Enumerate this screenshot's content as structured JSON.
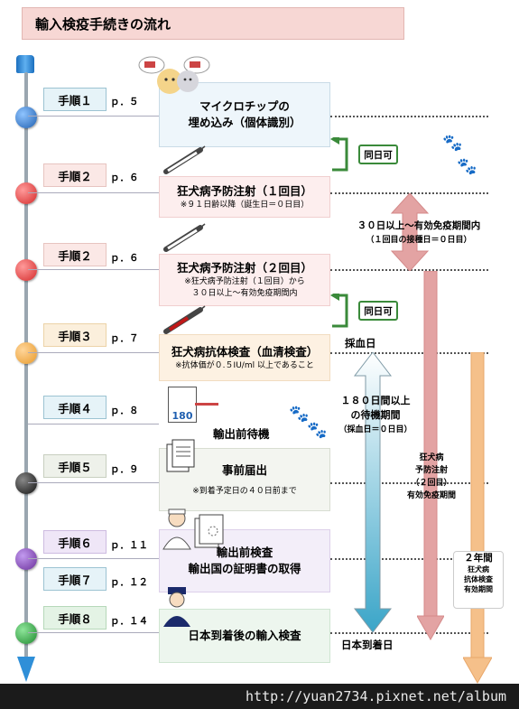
{
  "title": "輸入検疫手続きの流れ",
  "steps": [
    {
      "label": "手順１",
      "page": "ｐ．５",
      "color": "#1f5fb0"
    },
    {
      "label": "手順２",
      "page": "ｐ．６",
      "color": "#d42a2a"
    },
    {
      "label": "手順２",
      "page": "ｐ．６",
      "color": "#d42a2a"
    },
    {
      "label": "手順３",
      "page": "ｐ．７",
      "color": "#e89a2a"
    },
    {
      "label": "手順４",
      "page": "ｐ．８",
      "color": ""
    },
    {
      "label": "手順５",
      "page": "ｐ．９",
      "color": "#222222"
    },
    {
      "label": "手順６",
      "page": "ｐ．１１",
      "color": "#6a2f9a"
    },
    {
      "label": "手順７",
      "page": "ｐ．１２",
      "color": ""
    },
    {
      "label": "手順８",
      "page": "ｐ．１４",
      "color": "#1f8a2f"
    }
  ],
  "boxes": {
    "microchip": {
      "line1": "マイクロチップの",
      "line2": "埋め込み（個体識別）"
    },
    "rabies1": {
      "main": "狂犬病予防注射（１回目）",
      "note": "※９１日齢以降（誕生日＝０日目）"
    },
    "rabies2": {
      "main": "狂犬病予防注射（２回目）",
      "note1": "※狂犬病予防注射（１回目）から",
      "note2": "３０日以上～有効免疫期間内"
    },
    "antibody": {
      "main": "狂犬病抗体検査（血清検査）",
      "note": "※抗体価が０.５IU/ml 以上であること"
    },
    "waiting": {
      "main": "輸出前待機"
    },
    "notice": {
      "main": "事前届出",
      "note": "※到着予定日の４０日前まで"
    },
    "export_inspection": {
      "line1": "輸出前検査",
      "line2": "輸出国の証明書の取得"
    },
    "import_inspection": {
      "main": "日本到着後の輸入検査"
    }
  },
  "same_day_1": "同日可",
  "same_day_2": "同日可",
  "interval": {
    "line1": "３０日以上～有効免疫期間内",
    "line2": "（１回目の接種日＝０日目）"
  },
  "blood_day": "採血日",
  "wait_period": {
    "line1": "１８０日間以上",
    "line2": "の待機期間",
    "line3": "（採血日＝０日目）"
  },
  "rabies_valid": {
    "line1": "狂犬病",
    "line2": "予防注射",
    "line3": "（２回目）",
    "line4": "有効免疫期間"
  },
  "two_years": {
    "line1": "２年間",
    "line2": "狂犬病",
    "line3": "抗体検査",
    "line4": "有効期間"
  },
  "arrival_day": "日本到着日",
  "calendar_number": "180",
  "footer_url": "http://yuan2734.pixnet.net/album",
  "colors": {
    "title_bg": "#f7d7d4",
    "box_blue": "#eef6fb",
    "box_pink": "#fdeeee",
    "green": "#3a8a3a",
    "blue_arrow": "#4fb0cf",
    "pink_arrow": "#e3a3a3",
    "orange_arrow": "#f5c08a"
  }
}
